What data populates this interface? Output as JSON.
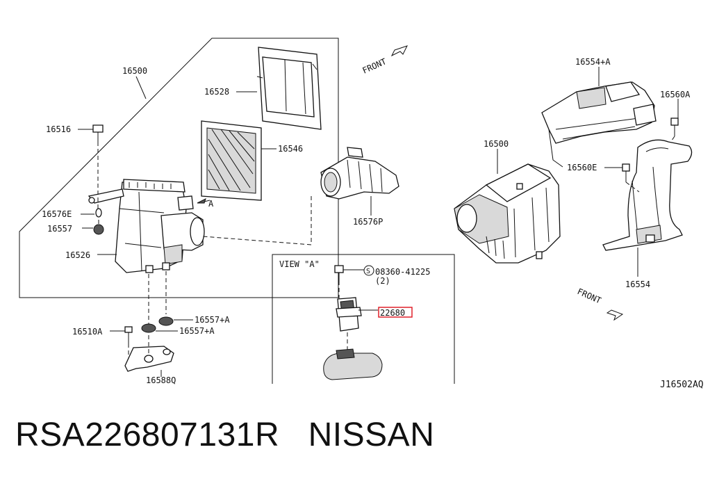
{
  "callouts": {
    "c16500_left": "16500",
    "c16528": "16528",
    "c16516": "16516",
    "c16546": "16546",
    "c16576E": "16576E",
    "c16557": "16557",
    "c16526": "16526",
    "c16576P": "16576P",
    "marker_a": "A",
    "c16557A_1": "16557+A",
    "c16557A_2": "16557+A",
    "c16510A": "16510A",
    "c16588Q": "16588Q",
    "c16554A": "16554+A",
    "c16560A": "16560A",
    "c16500_right": "16500",
    "c16560E": "16560E",
    "c16554": "16554",
    "front_top": "FRONT",
    "front_bottom": "FRONT",
    "view_a": "VIEW \"A\"",
    "s_symbol": "S",
    "bolt_part": "08360-41225",
    "bolt_qty": "(2)",
    "highlighted_part": "22680",
    "diagram_code": "J16502AQ"
  },
  "caption": {
    "part_number": "RSA226807131R",
    "brand": "NISSAN"
  },
  "colors": {
    "highlight": "#e0202a",
    "ink": "#111111"
  }
}
